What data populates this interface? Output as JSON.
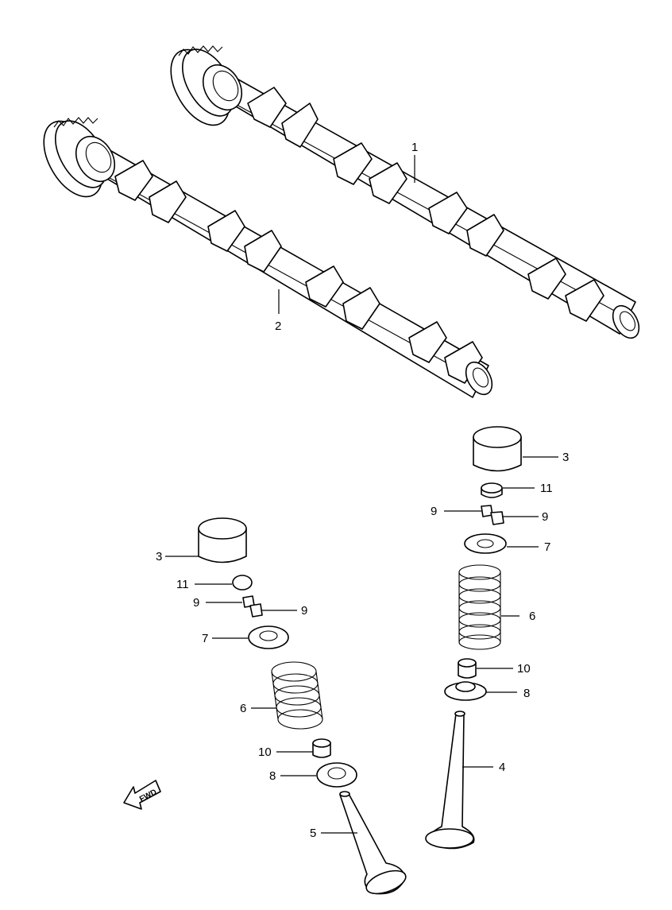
{
  "diagram": {
    "callouts": {
      "c1": "1",
      "c2": "2",
      "c3a": "3",
      "c3b": "3",
      "c4": "4",
      "c5": "5",
      "c6a": "6",
      "c6b": "6",
      "c7a": "7",
      "c7b": "7",
      "c8a": "8",
      "c8b": "8",
      "c9a": "9",
      "c9b": "9",
      "c9c": "9",
      "c9d": "9",
      "c10a": "10",
      "c10b": "10",
      "c11a": "11",
      "c11b": "11"
    },
    "fwd_label": "FWD"
  }
}
